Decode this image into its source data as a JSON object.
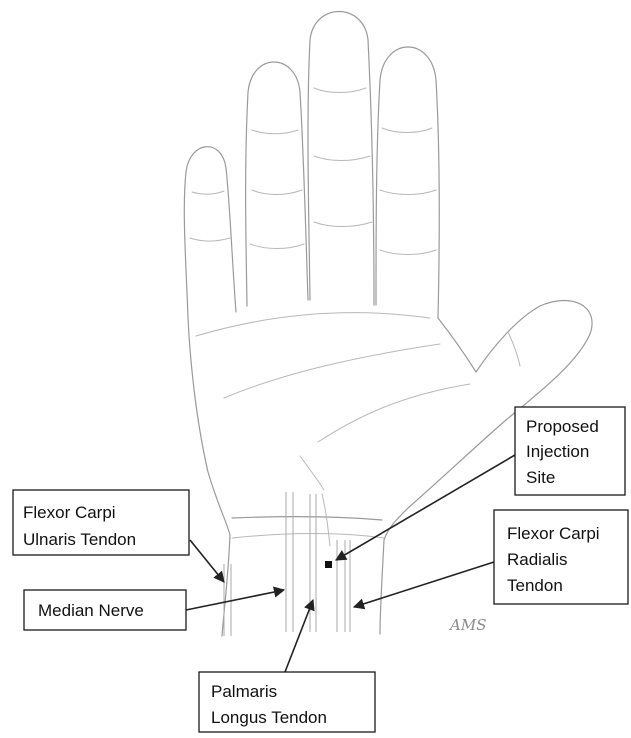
{
  "labels": {
    "flexor_carpi_ulnaris": [
      "Flexor Carpi",
      "Ulnaris Tendon"
    ],
    "median_nerve": [
      "Median Nerve"
    ],
    "palmaris_longus": [
      "Palmaris",
      "Longus Tendon"
    ],
    "injection_site": [
      "Proposed",
      "Injection",
      "Site"
    ],
    "flexor_carpi_radialis": [
      "Flexor Carpi",
      "Radialis",
      "Tendon"
    ]
  },
  "signature": "AMS",
  "colors": {
    "sketch": "#9a9a9a",
    "leader": "#222222",
    "marker": "#111111"
  }
}
